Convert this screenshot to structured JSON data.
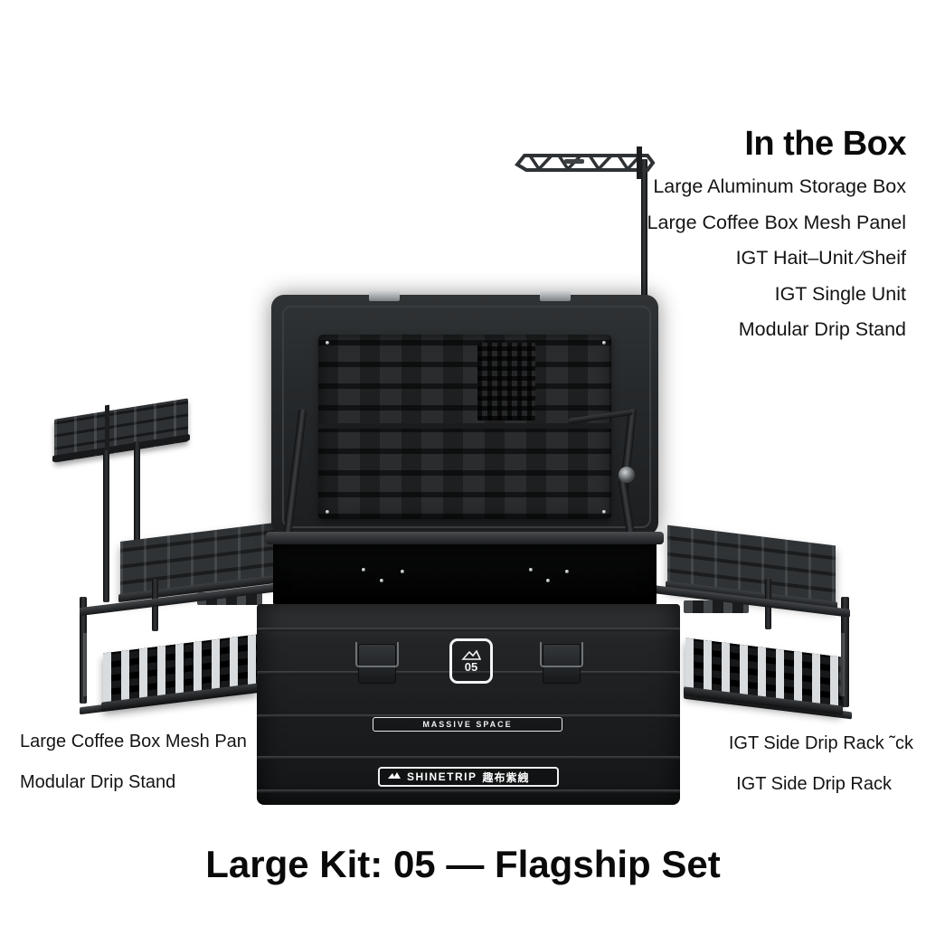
{
  "background_color": "#ffffff",
  "header": {
    "title": "In the Box"
  },
  "in_the_box": {
    "items": [
      {
        "label": "Large Aluminum Storage Box"
      },
      {
        "label": "Large Coffee Box Mesh Panel"
      },
      {
        "label": "IGT Hait–Unit ⁄Sheif"
      },
      {
        "label": "IGT Single Unit"
      },
      {
        "label": "Modular Drip Stand"
      }
    ]
  },
  "callouts": {
    "left": [
      {
        "label": "Large Coffee Box Mesh Pan"
      },
      {
        "label": "Modular Drip Stand"
      }
    ],
    "right": [
      {
        "label": "IGT Side Drip Rack ˜ck"
      },
      {
        "label": "IGT Side Drip Rack"
      }
    ]
  },
  "footer": {
    "title": "Large Kit: 05 — Flagship Set"
  },
  "product": {
    "badge": {
      "icon": "mountain-icon",
      "number": "05"
    },
    "front_strip_text": "MASSIVE SPACE",
    "brand": {
      "name": "SHINETRIP",
      "cjk": "趣布紫絏",
      "logo_icon": "shinetrip-logo-icon"
    },
    "colors": {
      "body": "#1d1f21",
      "panel": "#2b2d2f",
      "highlight": "#4a4d50",
      "text": "#141414"
    }
  }
}
